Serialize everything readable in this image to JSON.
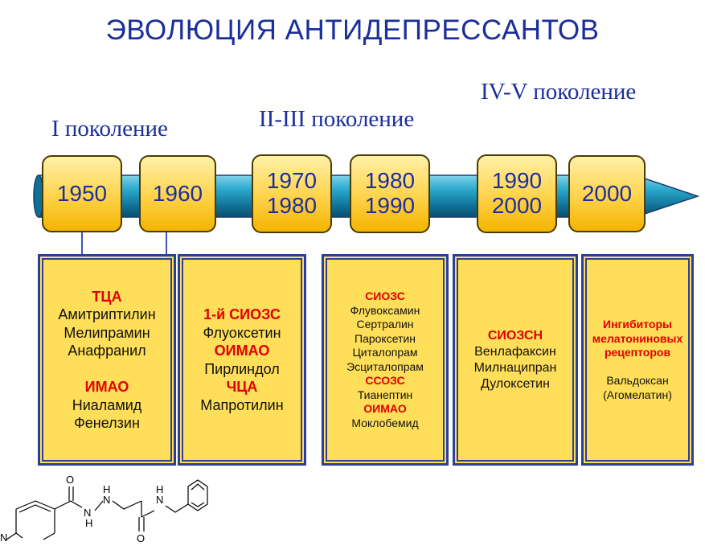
{
  "title": "ЭВОЛЮЦИЯ АНТИДЕПРЕССАНТОВ",
  "generations": [
    {
      "label": "I поколение"
    },
    {
      "label": "II-III поколение"
    },
    {
      "label": "IV-V поколение"
    }
  ],
  "years": [
    {
      "lines": [
        "1950"
      ]
    },
    {
      "lines": [
        "1960"
      ]
    },
    {
      "lines": [
        "1970",
        "1980"
      ]
    },
    {
      "lines": [
        "1980",
        "1990"
      ]
    },
    {
      "lines": [
        "1990",
        "2000"
      ]
    },
    {
      "lines": [
        "2000"
      ]
    }
  ],
  "panels": [
    {
      "items": [
        {
          "text": "ТЦА",
          "red": true
        },
        {
          "text": "Амитриптилин"
        },
        {
          "text": "Мелипрамин"
        },
        {
          "text": "Анафранил"
        },
        {
          "text": " "
        },
        {
          "text": "ИМАО",
          "red": true
        },
        {
          "text": "Ниаламид"
        },
        {
          "text": "Фенелзин"
        }
      ]
    },
    {
      "items": [
        {
          "text": "1-й СИОЗС",
          "red": true
        },
        {
          "text": "Флуоксетин"
        },
        {
          "text": "ОИМАО",
          "red": true
        },
        {
          "text": "Пирлиндол"
        },
        {
          "text": "ЧЦА",
          "red": true
        },
        {
          "text": "Мапротилин"
        }
      ]
    },
    {
      "items": [
        {
          "text": "СИОЗС",
          "red": true
        },
        {
          "text": "Флувоксамин"
        },
        {
          "text": "Сертралин"
        },
        {
          "text": "Пароксетин"
        },
        {
          "text": "Циталопрам"
        },
        {
          "text": "Эсциталопрам"
        },
        {
          "text": "ССОЗС",
          "red": true
        },
        {
          "text": "Тианептин"
        },
        {
          "text": "ОИМАО",
          "red": true
        },
        {
          "text": "Моклобемид"
        }
      ]
    },
    {
      "items": [
        {
          "text": "СИОЗСН",
          "red": true
        },
        {
          "text": "Венлафаксин"
        },
        {
          "text": "Милнаципран"
        },
        {
          "text": "Дулоксетин"
        }
      ]
    },
    {
      "items": [
        {
          "text": "Ингибиторы",
          "red": true
        },
        {
          "text": "мелатониновых",
          "red": true
        },
        {
          "text": "рецепторов",
          "red": true
        },
        {
          "text": " "
        },
        {
          "text": "Вальдоксан"
        },
        {
          "text": "(Агомелатин)"
        }
      ]
    }
  ],
  "molecule": {
    "atoms": [
      "O",
      "N",
      "H",
      "N",
      "H",
      "O",
      "H",
      "N",
      "N"
    ]
  },
  "colors": {
    "title": "#1b2f9c",
    "red": "#e00000",
    "panel": "#ffde59",
    "bar": "#1596b8",
    "box": "#ffd24a"
  }
}
